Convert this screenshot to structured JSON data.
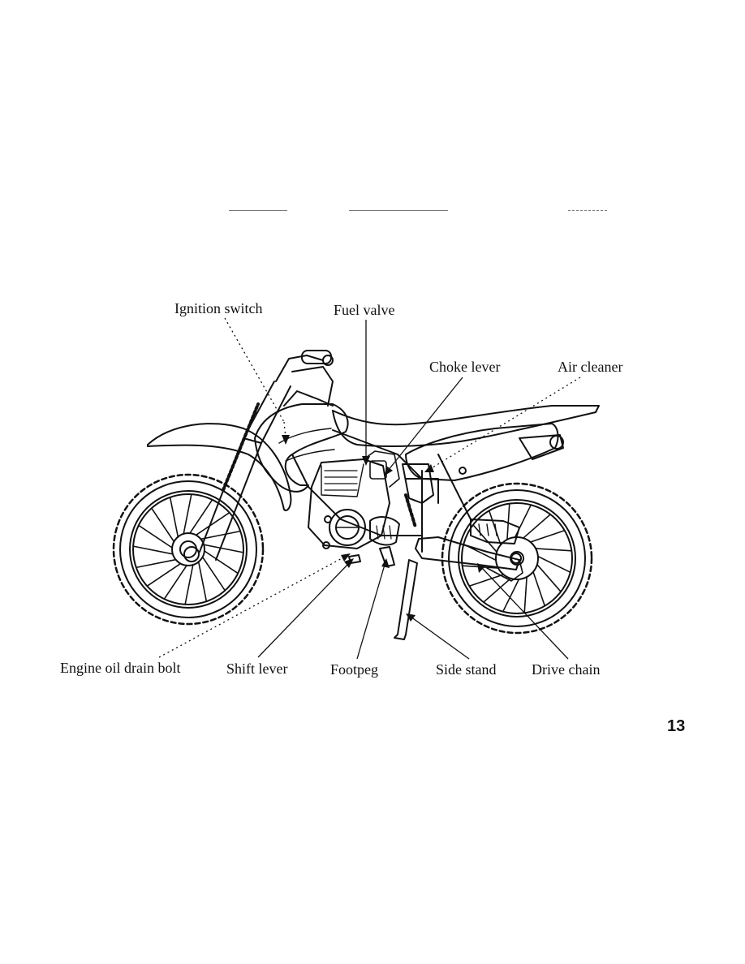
{
  "figure": {
    "callouts": {
      "ignition_switch": "Ignition switch",
      "fuel_valve": "Fuel valve",
      "choke_lever": "Choke lever",
      "air_cleaner": "Air cleaner",
      "engine_oil_drain_bolt": "Engine oil drain bolt",
      "shift_lever": "Shift lever",
      "footpeg": "Footpeg",
      "side_stand": "Side stand",
      "drive_chain": "Drive chain"
    }
  },
  "page_number": "13"
}
